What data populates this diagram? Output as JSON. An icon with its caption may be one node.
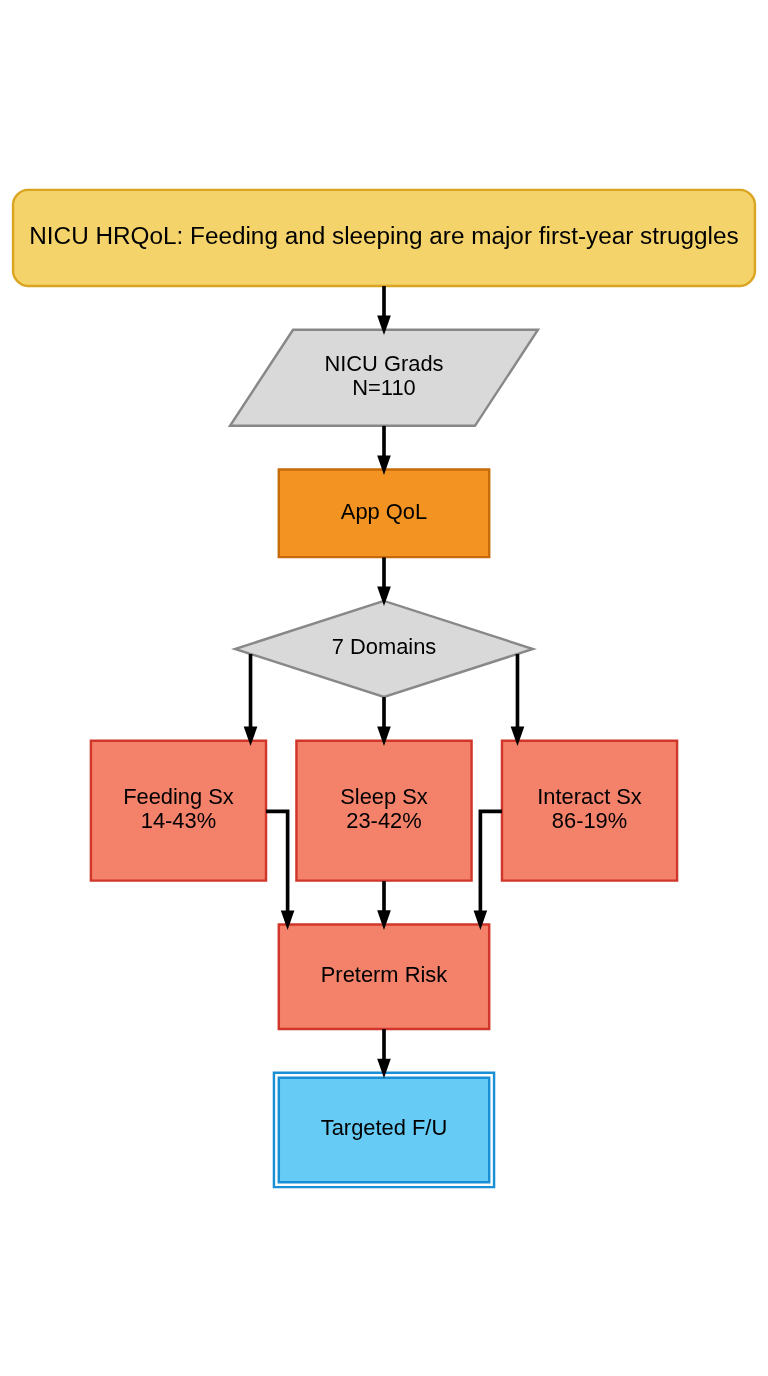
{
  "diagram": {
    "nodes": [
      {
        "text": [
          "NICU HRQoL: Feeding and sleeping are major first-year struggles"
        ]
      },
      {
        "text": [
          "NICU Grads",
          "N=110"
        ]
      },
      {
        "text": [
          "App QoL"
        ]
      },
      {
        "text": [
          "7 Domains"
        ]
      },
      {
        "text": [
          "Feeding Sx",
          "14-43%"
        ]
      },
      {
        "text": [
          "Sleep Sx",
          "23-42%"
        ]
      },
      {
        "text": [
          "Interact Sx",
          "86-19%"
        ]
      },
      {
        "text": [
          "Preterm Risk"
        ]
      },
      {
        "text": [
          "Targeted F/U"
        ]
      }
    ],
    "edges": [
      {
        "from": 0,
        "to": 1,
        "arrow": "to"
      },
      {
        "from": 1,
        "to": 2,
        "arrow": "to"
      },
      {
        "from": 2,
        "to": 3,
        "arrow": "to"
      },
      {
        "from": 3,
        "to": 4,
        "arrow": "to"
      },
      {
        "from": 3,
        "to": 5,
        "arrow": "to"
      },
      {
        "from": 3,
        "to": 6,
        "arrow": "to"
      },
      {
        "from": 4,
        "to": 7,
        "arrow": "to"
      },
      {
        "from": 5,
        "to": 7,
        "arrow": "to"
      },
      {
        "from": 6,
        "to": 7,
        "arrow": "to"
      },
      {
        "from": 7,
        "to": 8,
        "arrow": "to"
      }
    ]
  }
}
